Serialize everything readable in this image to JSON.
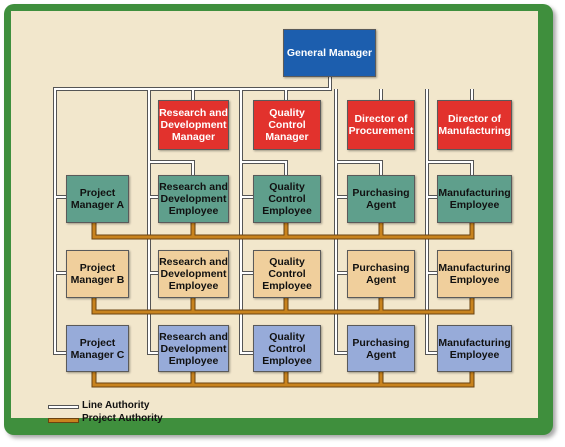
{
  "general_manager": "General Manager",
  "managers": [
    "Research and Development Manager",
    "Quality Control Manager",
    "Director of Procurement",
    "Director of Manufacturing"
  ],
  "rows": [
    [
      "Project Manager A",
      "Research and Development Employee",
      "Quality Control Employee",
      "Purchasing Agent",
      "Manufacturing Employee"
    ],
    [
      "Project Manager B",
      "Research and Development Employee",
      "Quality Control Employee",
      "Purchasing Agent",
      "Manufacturing Employee"
    ],
    [
      "Project Manager C",
      "Research and Development Employee",
      "Quality Control Employee",
      "Purchasing Agent",
      "Manufacturing Employee"
    ]
  ],
  "legend": {
    "line_authority": "Line Authority",
    "project_authority": "Project Authority"
  },
  "colors": {
    "frame": "#3f8f3d",
    "background": "#f2e7cc",
    "general_manager": "#1c5eae",
    "manager": "#e2322d",
    "row_1": "#5f9f8c",
    "row_2": "#f0cf9c",
    "row_3": "#97abd9",
    "line_authority": "#ffffff",
    "project_authority": "#c8831e"
  }
}
